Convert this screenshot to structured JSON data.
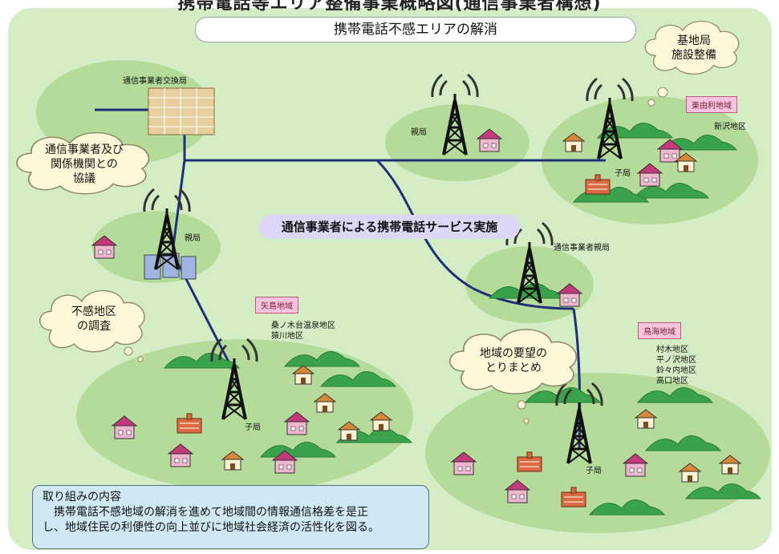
{
  "header": {
    "partial_title": "携帯電話等エリア整備事業概略図(通信事業者構想)"
  },
  "banner": {
    "title": "携帯電話不感エリアの解消"
  },
  "service_label": "通信事業者による携帯電話サービス実施",
  "clouds": {
    "base_station": [
      "基地局",
      "施設整備"
    ],
    "consultation": [
      "通信事業者及び",
      "関係機関との",
      "協議"
    ],
    "survey": [
      "不感地区",
      "の調査"
    ],
    "requests": [
      "地域の要望の",
      "とりまとめ"
    ]
  },
  "labels": {
    "exchange": "通信事業者交換局",
    "parent_station": "親局",
    "operator_parent": "通信事業者親局",
    "child_station": "子局"
  },
  "regions": {
    "higashiyuri": {
      "name": "東由利地域",
      "districts": [
        "新沢地区"
      ]
    },
    "yashima": {
      "name": "矢島地域",
      "districts": [
        "桑ノ木台温泉地区",
        "猿川地区"
      ]
    },
    "chokai": {
      "name": "鳥海地域",
      "districts": [
        "村木地区",
        "平ノ沢地区",
        "鈴々内地区",
        "高口地区"
      ]
    }
  },
  "info": {
    "heading": "取り組みの内容",
    "lines": [
      "携帯電話不感地域の解消を進めて地域間の情報通信格差を是正",
      "し、地域住民の利便性の向上並びに地域社会経済の活性化を図る。"
    ]
  },
  "colors": {
    "background": "#d4edc5",
    "ellipse": "#b4db9a",
    "line": "#1f2f7a",
    "hill": "#3aa24a"
  }
}
